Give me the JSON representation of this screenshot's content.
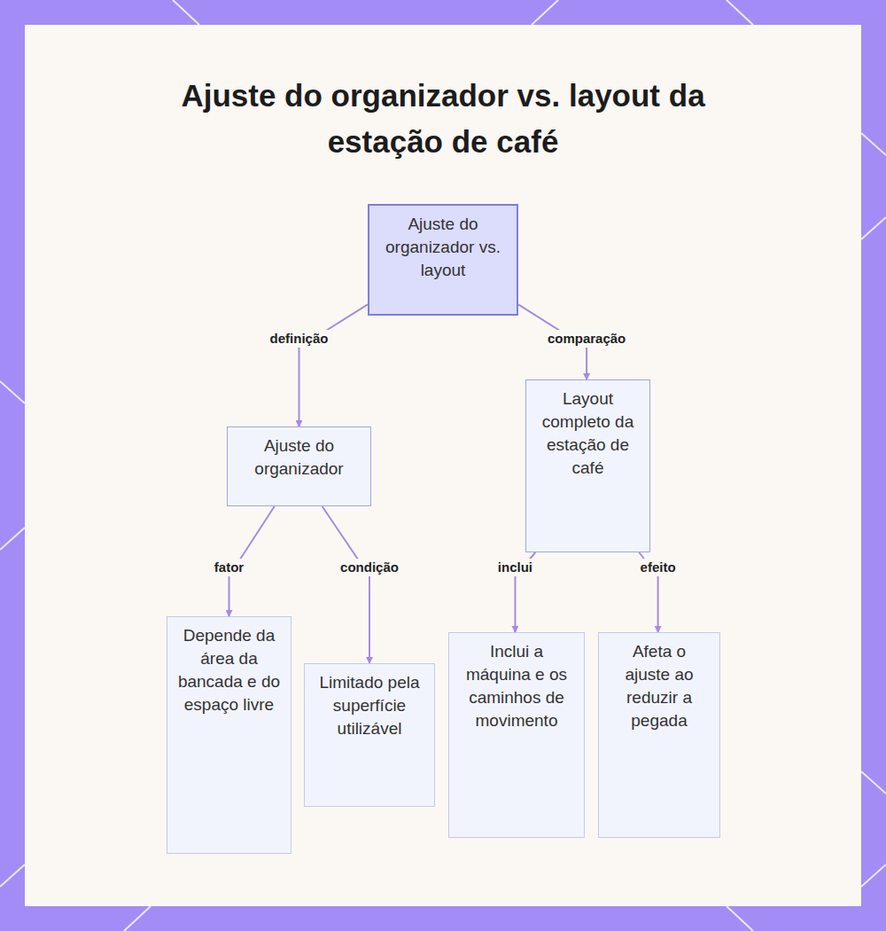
{
  "diagram": {
    "title": "Ajuste do organizador vs. layout da estação de café",
    "nodes": [
      {
        "text": [
          "Ajuste do organizador vs. layout"
        ]
      },
      {
        "text": [
          "Ajuste do organizador"
        ]
      },
      {
        "text": [
          "Layout completo da estação de café"
        ]
      },
      {
        "text": [
          "Depende da área da bancada e do espaço livre"
        ]
      },
      {
        "text": [
          "Limitado pela superfície utilizável"
        ]
      },
      {
        "text": [
          "Inclui a máquina e os caminhos de movimento"
        ]
      },
      {
        "text": [
          "Afeta o ajuste ao reduzir a pegada"
        ]
      }
    ],
    "edges": [
      {
        "from": 0,
        "to": 1,
        "label": "definição",
        "arrow": "to"
      },
      {
        "from": 0,
        "to": 2,
        "label": "comparação",
        "arrow": "to"
      },
      {
        "from": 1,
        "to": 3,
        "label": "fator",
        "arrow": "to"
      },
      {
        "from": 1,
        "to": 4,
        "label": "condição",
        "arrow": "to"
      },
      {
        "from": 2,
        "to": 5,
        "label": "inclui",
        "arrow": "to"
      },
      {
        "from": 2,
        "to": 6,
        "label": "efeito",
        "arrow": "to"
      }
    ]
  }
}
